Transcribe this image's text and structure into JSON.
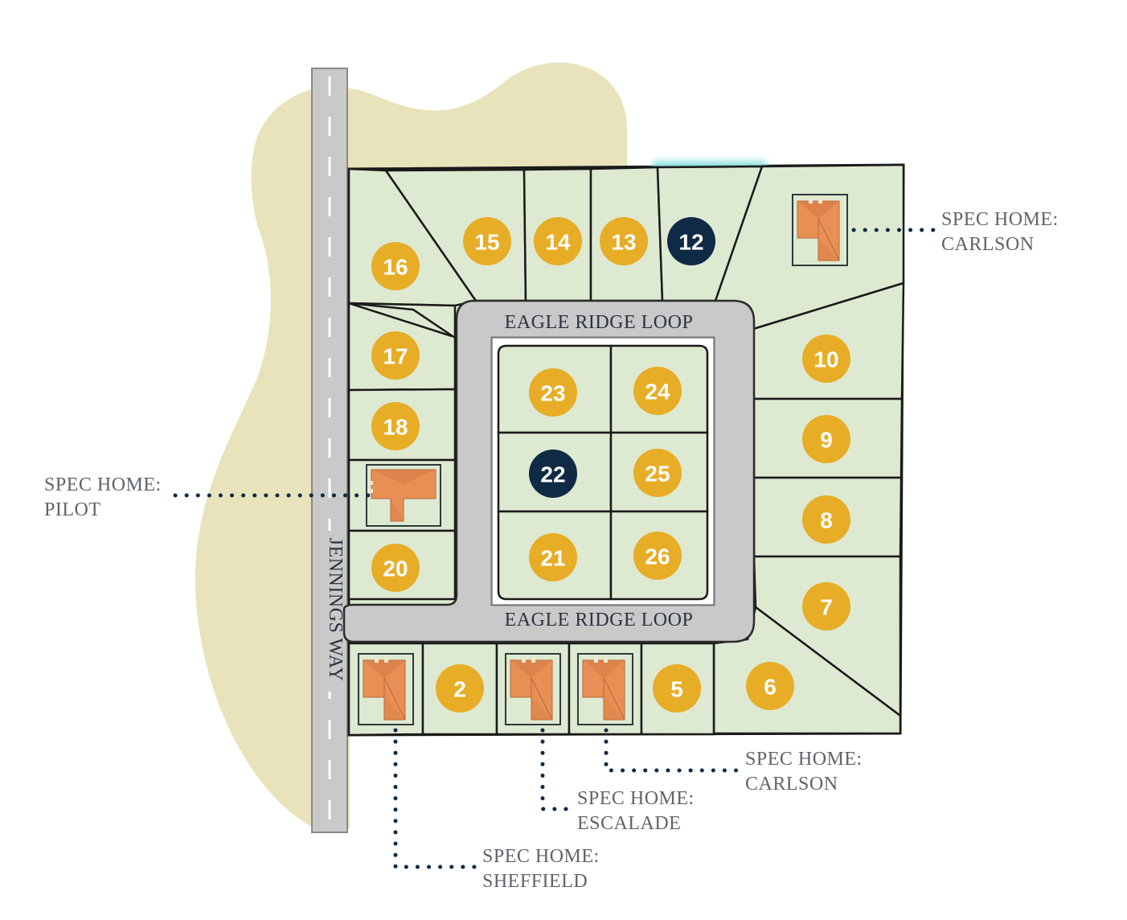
{
  "roads": {
    "main_road": "JENNINGS WAY",
    "loop_top": "EAGLE RIDGE LOOP",
    "loop_bottom": "EAGLE RIDGE LOOP"
  },
  "colors": {
    "available": "#e7ad26",
    "featured": "#0f2a44",
    "lot_fill": "#dde9d1",
    "highlight": "#86e0dc",
    "background_blob": "#e8e3bb",
    "road": "#c9c9c9"
  },
  "lots": [
    {
      "id": "2",
      "label": "2",
      "status": "available"
    },
    {
      "id": "5",
      "label": "5",
      "status": "available"
    },
    {
      "id": "6",
      "label": "6",
      "status": "available"
    },
    {
      "id": "7",
      "label": "7",
      "status": "available"
    },
    {
      "id": "8",
      "label": "8",
      "status": "available"
    },
    {
      "id": "9",
      "label": "9",
      "status": "available"
    },
    {
      "id": "10",
      "label": "10",
      "status": "available"
    },
    {
      "id": "12",
      "label": "12",
      "status": "featured",
      "highlighted": true
    },
    {
      "id": "13",
      "label": "13",
      "status": "available"
    },
    {
      "id": "14",
      "label": "14",
      "status": "available"
    },
    {
      "id": "15",
      "label": "15",
      "status": "available"
    },
    {
      "id": "16",
      "label": "16",
      "status": "available"
    },
    {
      "id": "17",
      "label": "17",
      "status": "available"
    },
    {
      "id": "18",
      "label": "18",
      "status": "available"
    },
    {
      "id": "20",
      "label": "20",
      "status": "available"
    },
    {
      "id": "21",
      "label": "21",
      "status": "available"
    },
    {
      "id": "22",
      "label": "22",
      "status": "featured"
    },
    {
      "id": "23",
      "label": "23",
      "status": "available"
    },
    {
      "id": "24",
      "label": "24",
      "status": "available"
    },
    {
      "id": "25",
      "label": "25",
      "status": "available"
    },
    {
      "id": "26",
      "label": "26",
      "status": "available"
    }
  ],
  "spec_homes": [
    {
      "id": "carlson-ne",
      "line1": "SPEC HOME:",
      "line2": "CARLSON",
      "icon": "house-roof-icon"
    },
    {
      "id": "pilot",
      "line1": "SPEC HOME:",
      "line2": "PILOT",
      "icon": "house-roof-icon"
    },
    {
      "id": "sheffield",
      "line1": "SPEC HOME:",
      "line2": "SHEFFIELD",
      "icon": "house-roof-icon"
    },
    {
      "id": "escalade",
      "line1": "SPEC HOME:",
      "line2": "ESCALADE",
      "icon": "house-roof-icon"
    },
    {
      "id": "carlson-s",
      "line1": "SPEC HOME:",
      "line2": "CARLSON",
      "icon": "house-roof-icon"
    }
  ]
}
